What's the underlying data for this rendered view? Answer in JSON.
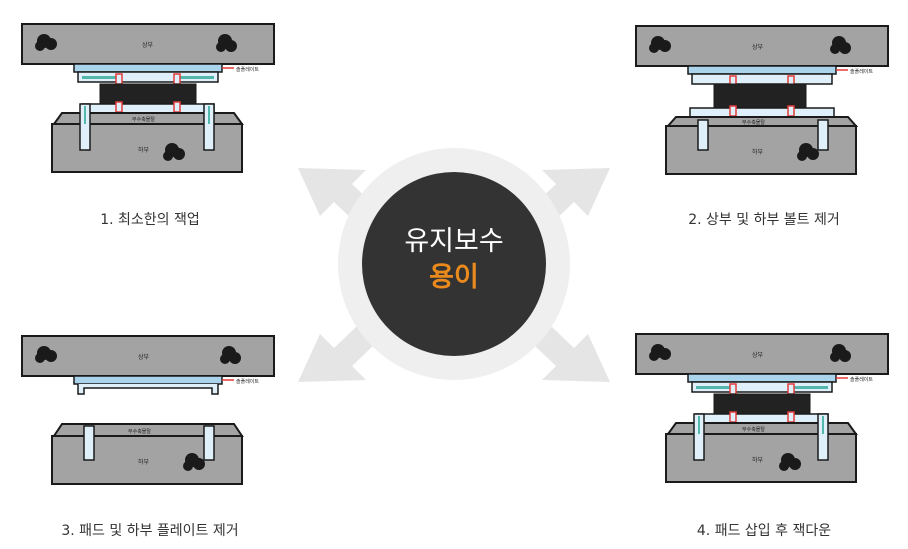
{
  "colors": {
    "concrete": "#a3a3a3",
    "outline": "#1a1a1a",
    "plate_blue": "#a9d4ec",
    "plate_light": "#e0f0fa",
    "pad_dark": "#222222",
    "red_pin": "#e23a3a",
    "bolt_teal": "#53b7ad",
    "accent": "#ea8a1d",
    "circle_dark": "#333333",
    "ring_light": "#efefef",
    "arrow_gray": "#e5e5e5"
  },
  "center": {
    "line1": "유지보수",
    "line2": "용이"
  },
  "steps": [
    {
      "caption": "1. 최소한의 잭업",
      "upper_label": "상부",
      "lower_label": "하부",
      "plate_label": "솔플레이트",
      "pad_label": "무수축몰탈"
    },
    {
      "caption": "2. 상부 및 하부 볼트 제거",
      "upper_label": "상부",
      "lower_label": "하부",
      "plate_label": "솔플레이트",
      "pad_label": "무수축몰탈"
    },
    {
      "caption": "3. 패드 및 하부 플레이트 제거",
      "upper_label": "상부",
      "lower_label": "하부",
      "plate_label": "솔플레이트",
      "pad_label": "무수축몰탈"
    },
    {
      "caption": "4. 패드 삽입 후 잭다운",
      "upper_label": "상부",
      "lower_label": "하부",
      "plate_label": "솔플레이트",
      "pad_label": "무수축몰탈"
    }
  ]
}
